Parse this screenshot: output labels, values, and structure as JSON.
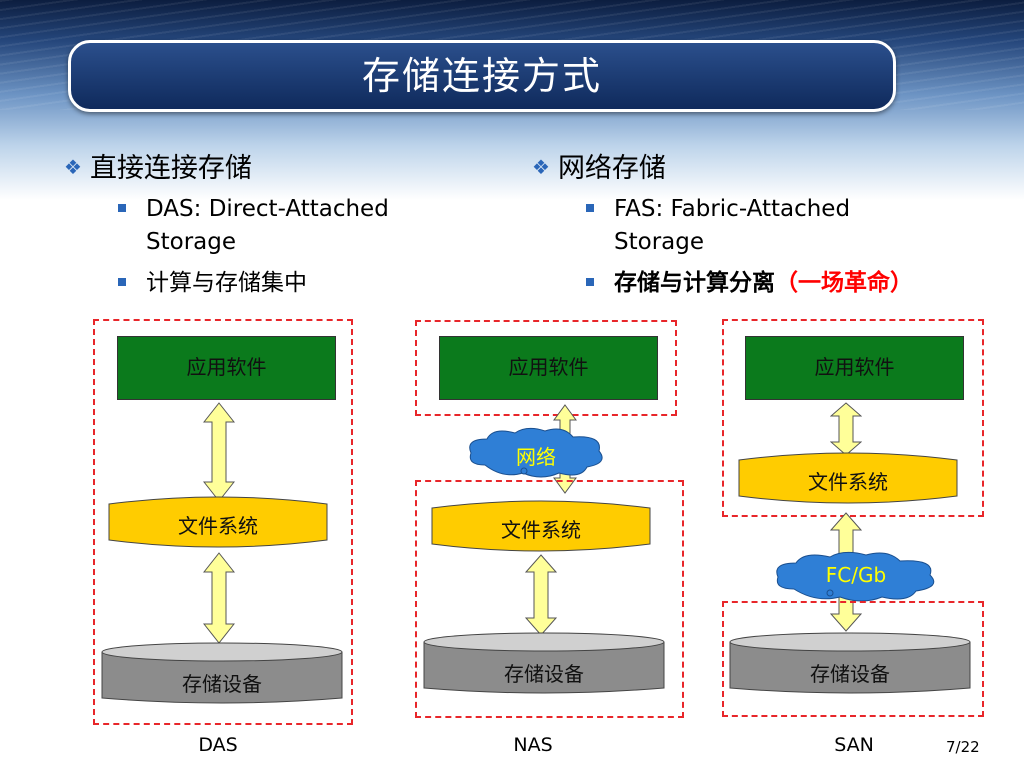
{
  "slide": {
    "title": "存储连接方式",
    "page_number": "7/22"
  },
  "left_column": {
    "heading": "直接连接存储",
    "bullets": [
      {
        "line1": "DAS: Direct-Attached",
        "line2": "Storage"
      },
      {
        "line1": "计算与存储集中",
        "line2": ""
      }
    ]
  },
  "right_column": {
    "heading": "网络存储",
    "bullets": [
      {
        "line1": "FAS: Fabric-Attached",
        "line2": "Storage"
      },
      {
        "line1_part1": "存储与计算分离",
        "line1_part2": "（一场革命）"
      }
    ]
  },
  "diagrams": {
    "das": {
      "caption": "DAS",
      "app": "应用软件",
      "fs": "文件系统",
      "storage": "存储设备"
    },
    "nas": {
      "caption": "NAS",
      "app": "应用软件",
      "network": "网络",
      "fs": "文件系统",
      "storage": "存储设备"
    },
    "san": {
      "caption": "SAN",
      "app": "应用软件",
      "fs": "文件系统",
      "network": "FC/Gb",
      "storage": "存储设备"
    }
  },
  "colors": {
    "app_box": "#0b7a1c",
    "fs_box": "#ffcc00",
    "storage_cyl": "#8c8c8c",
    "dash_border": "#e8262a",
    "arrow_fill": "#ffff99",
    "cloud_fill": "#2f7fd6",
    "bullet_accent": "#2a66b8"
  }
}
